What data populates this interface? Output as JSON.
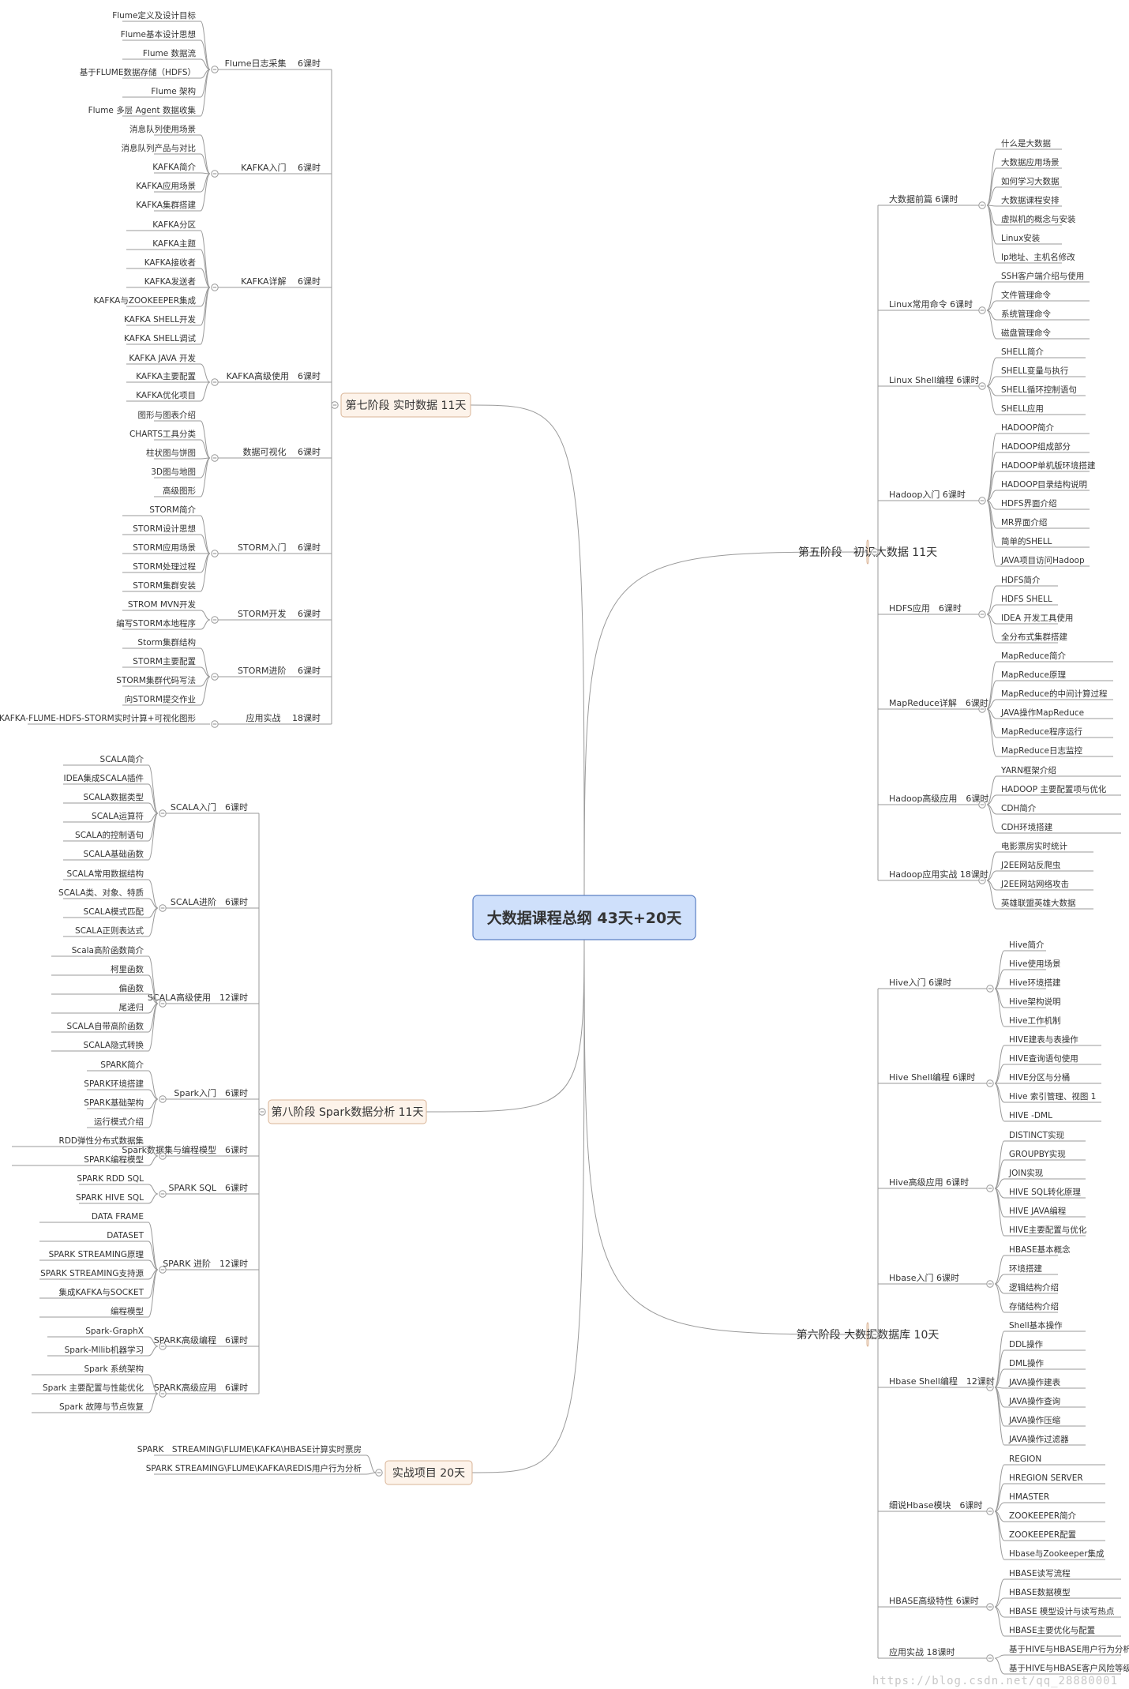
{
  "root": {
    "title": "大数据课程总纲 43天+20天"
  },
  "watermark": "https://blog.csdn.net/qq_28880001",
  "colors": {
    "root_fill": "#cfe0fb",
    "root_stroke": "#5a7fc4",
    "stage_fill": "#fdf3ea",
    "stage_stroke": "#d9b497",
    "line": "#9a9a9a"
  },
  "stages": [
    {
      "title": "第七阶段 实时数据 11天",
      "side": "left",
      "branches": [
        {
          "title": "Flume日志采集　 6课时",
          "items": [
            "Flume定义及设计目标",
            "Flume基本设计思想",
            "Flume 数据流",
            "基于FLUME数据存储（HDFS）",
            "Flume 架构",
            "Flume 多层 Agent 数据收集"
          ]
        },
        {
          "title": "KAFKA入门　 6课时",
          "items": [
            "消息队列使用场景",
            "消息队列产品与对比",
            "KAFKA简介",
            "KAFKA应用场景",
            "KAFKA集群搭建"
          ]
        },
        {
          "title": "KAFKA详解　 6课时",
          "items": [
            "KAFKA分区",
            "KAFKA主题",
            "KAFKA接收者",
            "KAFKA发送者",
            "KAFKA与ZOOKEEPER集成",
            "KAFKA SHELL开发",
            "KAFKA SHELL调试"
          ]
        },
        {
          "title": "KAFKA高级使用　6课时",
          "items": [
            "KAFKA JAVA 开发",
            "KAFKA主要配置",
            "KAFKA优化项目"
          ]
        },
        {
          "title": "数据可视化　 6课时",
          "items": [
            "图形与图表介绍",
            "CHARTS工具分类",
            "柱状图与饼图",
            "3D图与地图",
            "高级图形"
          ]
        },
        {
          "title": "STORM入门　 6课时",
          "items": [
            "STORM简介",
            "STORM设计思想",
            "STORM应用场景",
            "STORM处理过程",
            "STORM集群安装"
          ]
        },
        {
          "title": "STORM开发　 6课时",
          "items": [
            "STROM MVN开发",
            "编写STORM本地程序"
          ]
        },
        {
          "title": "STORM进阶　 6课时",
          "items": [
            "Storm集群结构",
            "STORM主要配置",
            "STORM集群代码写法",
            "向STORM提交作业"
          ]
        },
        {
          "title": "应用实战　 18课时",
          "items": [
            "KAFKA-FLUME-HDFS-STORM实时计算+可视化图形"
          ]
        }
      ]
    },
    {
      "title": "第八阶段 Spark数据分析 11天",
      "side": "left",
      "branches": [
        {
          "title": "SCALA入门　6课时",
          "items": [
            "SCALA简介",
            "IDEA集成SCALA插件",
            "SCALA数据类型",
            "SCALA运算符",
            "SCALA的控制语句",
            "SCALA基础函数"
          ]
        },
        {
          "title": "SCALA进阶　6课时",
          "items": [
            "SCALA常用数据结构",
            "SCALA类、对象、特质",
            "SCALA模式匹配",
            "SCALA正则表达式"
          ]
        },
        {
          "title": "SCALA高级使用　12课时",
          "items": [
            "Scala高阶函数简介",
            "柯里函数",
            "偏函数",
            "尾递归",
            "SCALA自带高阶函数",
            "SCALA隐式转换"
          ]
        },
        {
          "title": "Spark入门　6课时",
          "items": [
            "SPARK简介",
            "SPARK环境搭建",
            "SPARK基础架构",
            "运行模式介绍"
          ]
        },
        {
          "title": "Spark数据集与编程模型　6课时",
          "items": [
            "RDD弹性分布式数据集",
            "SPARK编程模型"
          ]
        },
        {
          "title": "SPARK SQL　6课时",
          "items": [
            "SPARK RDD SQL",
            "SPARK HIVE SQL"
          ]
        },
        {
          "title": "SPARK 进阶　12课时",
          "items": [
            "DATA FRAME",
            "DATASET",
            "SPARK STREAMING原理",
            "SPARK STREAMING支持源",
            "集成KAFKA与SOCKET",
            "编程模型"
          ]
        },
        {
          "title": "SPARK高级编程　6课时",
          "items": [
            "Spark-GraphX",
            "Spark-Mllib机器学习"
          ]
        },
        {
          "title": "SPARK高级应用　6课时",
          "items": [
            "Spark 系统架构",
            "Spark 主要配置与性能优化",
            "Spark 故障与节点恢复"
          ]
        }
      ]
    },
    {
      "title": "实战项目 20天",
      "side": "left",
      "branches": [
        {
          "title": "",
          "items": [
            "SPARK　STREAMING\\FLUME\\KAFKA\\HBASE计算实时票房",
            "SPARK STREAMING\\FLUME\\KAFKA\\REDIS用户行为分析"
          ]
        }
      ]
    },
    {
      "title": "第五阶段　初识大数据 11天",
      "side": "right",
      "branches": [
        {
          "title": "大数据前篇 6课时",
          "items": [
            "什么是大数据",
            "大数据应用场景",
            "如何学习大数据",
            "大数据课程安排",
            "虚拟机的概念与安装",
            "Linux安装",
            "Ip地址、主机名修改"
          ]
        },
        {
          "title": "Linux常用命令 6课时",
          "items": [
            "SSH客户端介绍与使用",
            "文件管理命令",
            "系统管理命令",
            "磁盘管理命令"
          ]
        },
        {
          "title": "Linux Shell编程 6课时",
          "items": [
            "SHELL简介",
            "SHELL变量与执行",
            "SHELL循环控制语句",
            "SHELL应用"
          ]
        },
        {
          "title": "Hadoop入门 6课时",
          "items": [
            "HADOOP简介",
            "HADOOP组成部分",
            "HADOOP单机版环境搭建",
            "HADOOP目录结构说明",
            "HDFS界面介绍",
            "MR界面介绍",
            "简单的SHELL",
            "JAVA项目访问Hadoop"
          ]
        },
        {
          "title": "HDFS应用　6课时",
          "items": [
            "HDFS简介",
            "HDFS SHELL",
            "IDEA 开发工具使用",
            "全分布式集群搭建"
          ]
        },
        {
          "title": "MapReduce详解　6课时",
          "items": [
            "MapReduce简介",
            "MapReduce原理",
            "MapReduce的中间计算过程",
            "JAVA操作MapReduce",
            "MapReduce程序运行",
            "MapReduce日志监控"
          ]
        },
        {
          "title": "Hadoop高级应用　6课时",
          "items": [
            "YARN框架介绍",
            "HADOOP 主要配置项与优化",
            "CDH简介",
            "CDH环境搭建"
          ]
        },
        {
          "title": "Hadoop应用实战 18课时",
          "items": [
            "电影票房实时统计",
            "J2EE网站反爬虫",
            "J2EE网站网络攻击",
            "英雄联盟英雄大数据"
          ]
        }
      ]
    },
    {
      "title": "第六阶段 大数据数据库 10天",
      "side": "right",
      "branches": [
        {
          "title": "Hive入门 6课时",
          "items": [
            "Hive简介",
            "Hive使用场景",
            "Hive环境搭建",
            "Hive架构说明",
            "Hive工作机制"
          ]
        },
        {
          "title": "Hive Shell编程 6课时",
          "items": [
            "HIVE建表与表操作",
            "HIVE查询语句使用",
            "HIVE分区与分桶",
            "Hive 索引管理、视图 1",
            "HIVE -DML"
          ]
        },
        {
          "title": "Hive高级应用 6课时",
          "items": [
            "DISTINCT实现",
            "GROUPBY实现",
            "JOIN实现",
            "HIVE SQL转化原理",
            "HIVE JAVA编程",
            "HIVE主要配置与优化"
          ]
        },
        {
          "title": "Hbase入门 6课时",
          "items": [
            "HBASE基本概念",
            "环境搭建",
            "逻辑结构介绍",
            "存储结构介绍"
          ]
        },
        {
          "title": "Hbase Shell编程　12课时",
          "items": [
            "Shell基本操作",
            "DDL操作",
            "DML操作",
            "JAVA操作建表",
            "JAVA操作查询",
            "JAVA操作压缩",
            "JAVA操作过滤器"
          ]
        },
        {
          "title": "细说Hbase模块　6课时",
          "items": [
            "REGION",
            "HREGION SERVER",
            "HMASTER",
            "ZOOKEEPER简介",
            "ZOOKEEPER配置",
            "Hbase与Zookeeper集成"
          ]
        },
        {
          "title": "HBASE高级特性 6课时",
          "items": [
            "HBASE读写流程",
            "HBASE数据模型",
            "HBASE 模型设计与读写热点",
            "HBASE主要优化与配置"
          ]
        },
        {
          "title": "应用实战 18课时",
          "items": [
            "基于HIVE与HBASE用户行为分析",
            "基于HIVE与HBASE客户风险等级"
          ]
        }
      ]
    }
  ]
}
